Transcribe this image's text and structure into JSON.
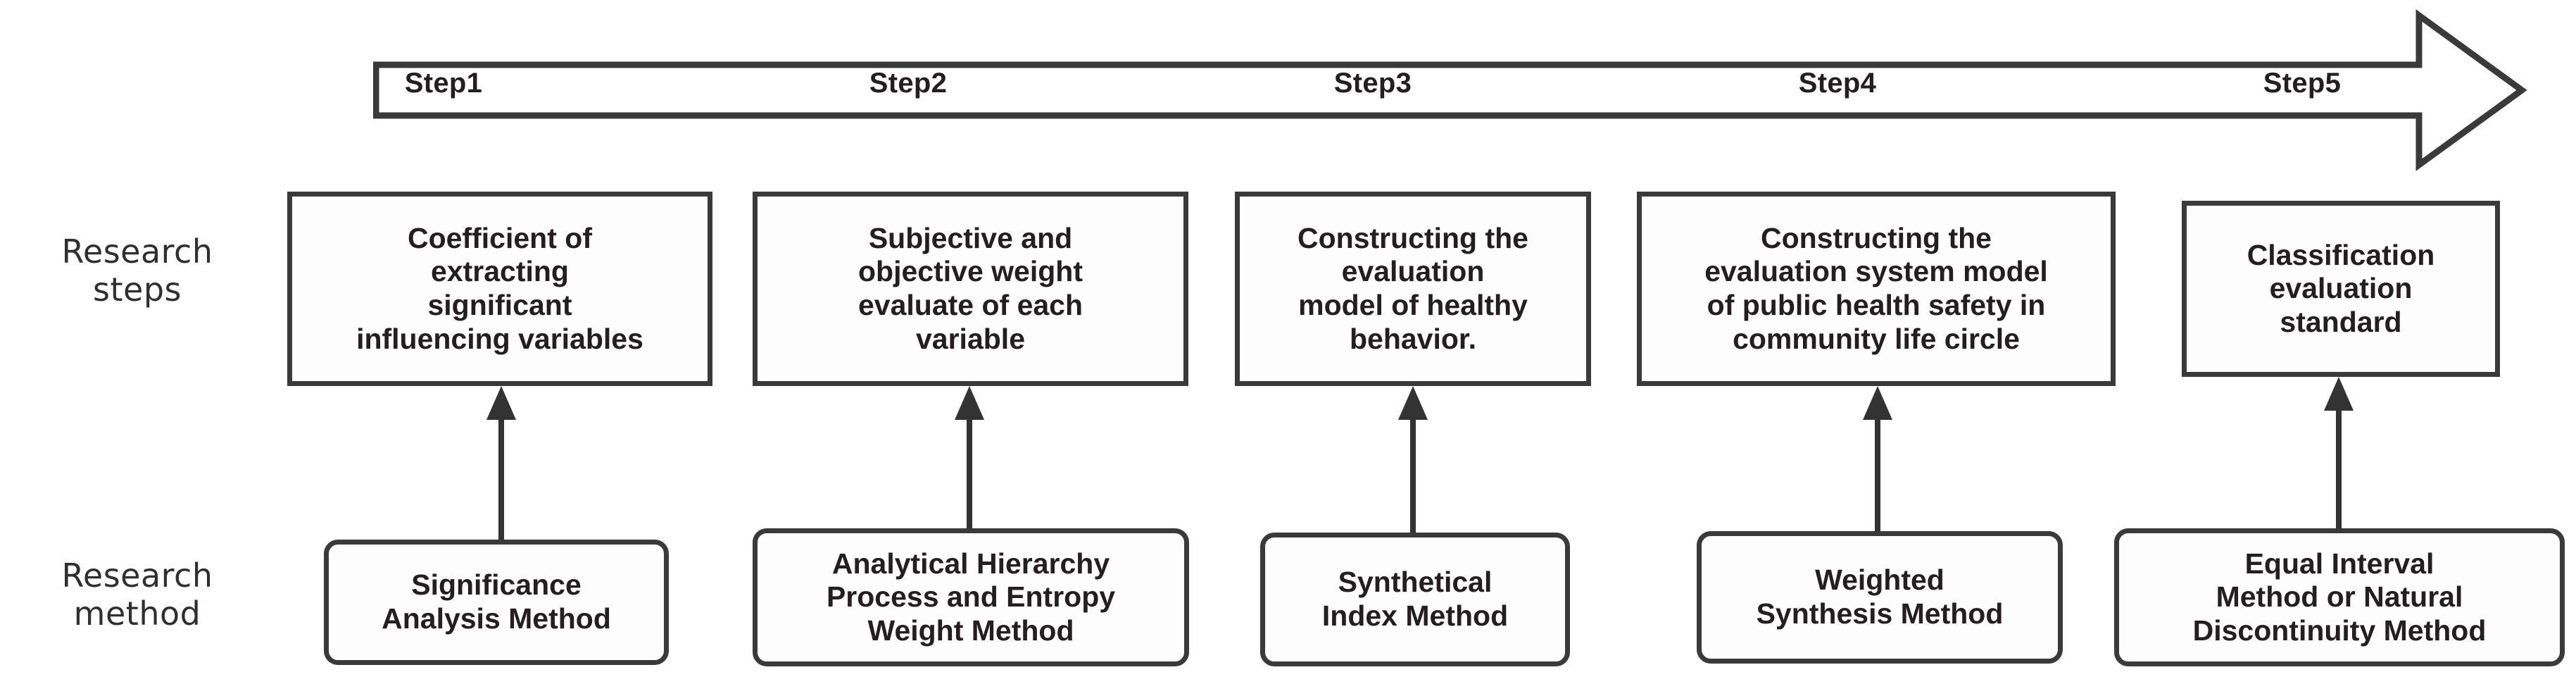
{
  "rows": {
    "steps_label": "Research\nsteps",
    "method_label": "Research\nmethod"
  },
  "timeline": {
    "arrow_color": "#3a3a3a",
    "steps": [
      {
        "caption": "Step1"
      },
      {
        "caption": "Step2"
      },
      {
        "caption": "Step3"
      },
      {
        "caption": "Step4"
      },
      {
        "caption": "Step5"
      }
    ]
  },
  "step_boxes": [
    {
      "text": "Coefficient of\nextracting\nsignificant\ninfluencing variables"
    },
    {
      "text": "Subjective and\nobjective weight\nevaluate of each\nvariable"
    },
    {
      "text": "Constructing the\nevaluation\nmodel of healthy\nbehavior."
    },
    {
      "text": "Constructing the\nevaluation system model\nof public health safety in\ncommunity life circle"
    },
    {
      "text": "Classification\nevaluation\nstandard"
    }
  ],
  "method_boxes": [
    {
      "text": "Significance\nAnalysis Method"
    },
    {
      "text": "Analytical Hierarchy\nProcess and Entropy\nWeight Method"
    },
    {
      "text": "Synthetical\nIndex Method"
    },
    {
      "text": "Weighted\nSynthesis Method"
    },
    {
      "text": "Equal Interval\nMethod or Natural\nDiscontinuity Method"
    }
  ]
}
